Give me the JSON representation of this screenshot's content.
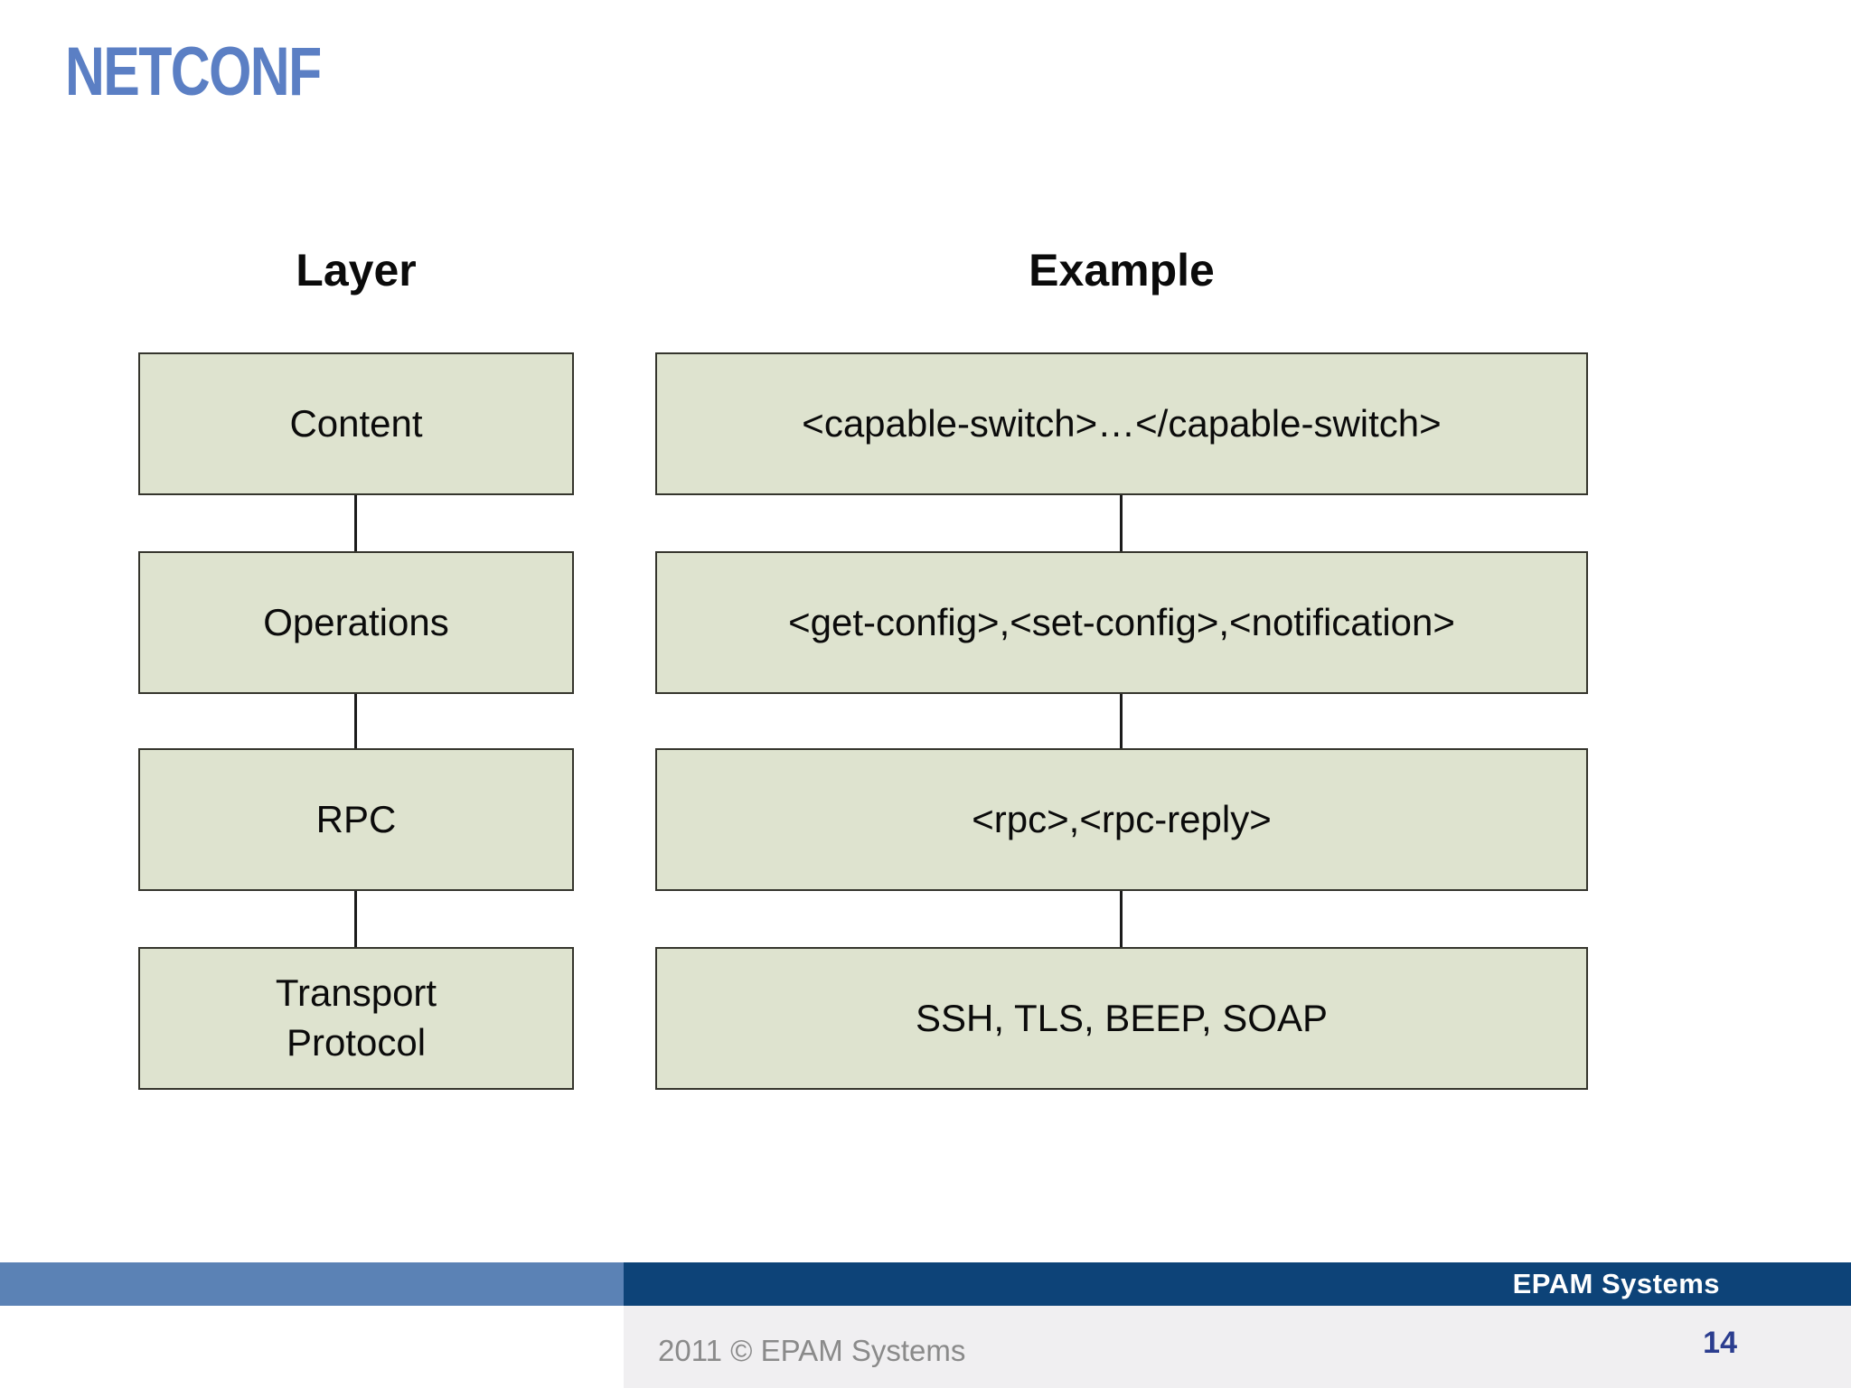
{
  "slide": {
    "title": "NETCONF",
    "page_number": "14"
  },
  "diagram": {
    "headers": [
      "Layer",
      "Example"
    ],
    "rows": [
      {
        "layer": "Content",
        "example": "<capable-switch>…</capable-switch>"
      },
      {
        "layer": "Operations",
        "example": "<get-config>,<set-config>,<notification>"
      },
      {
        "layer": "RPC",
        "example": "<rpc>,<rpc-reply>"
      },
      {
        "layer": "Transport Protocol",
        "example": "SSH, TLS, BEEP, SOAP"
      }
    ]
  },
  "footer": {
    "brand": "EPAM Systems",
    "copyright": "2011 © EPAM Systems"
  },
  "colors": {
    "title_blue": "#5b7fc4",
    "box_fill": "#dee3cf",
    "box_border": "#35352d",
    "bar_light_blue": "#5b82b5",
    "bar_navy": "#0d4378",
    "footer_strip_gray": "#f0eff1",
    "copyright_gray": "#8a8a8a",
    "page_number_navy": "#2b3d8f"
  }
}
